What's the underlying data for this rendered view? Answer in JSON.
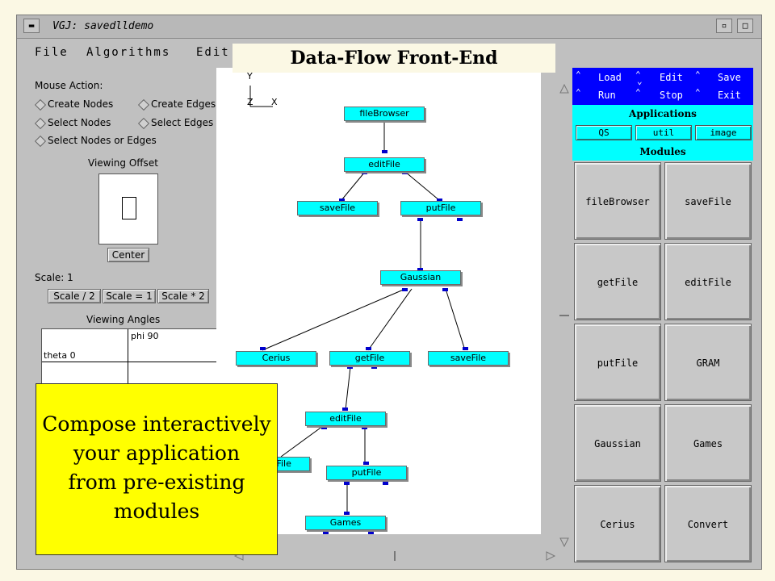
{
  "window": {
    "title": "VGJ:  savedlldemo"
  },
  "menu": {
    "file": "File",
    "algorithms": "Algorithms",
    "edit": "Edit"
  },
  "banner": "Data-Flow Front-End",
  "left_panel": {
    "mouse_action_label": "Mouse Action:",
    "radios": {
      "create_nodes": "Create Nodes",
      "create_edges": "Create Edges",
      "select_nodes": "Select Nodes",
      "select_edges": "Select Edges",
      "select_nodes_or_edges": "Select Nodes or Edges"
    },
    "viewing_offset_label": "Viewing Offset",
    "center_button": "Center",
    "scale_label": "Scale: 1",
    "scale_buttons": {
      "half": "Scale / 2",
      "one": "Scale = 1",
      "double": "Scale * 2"
    },
    "viewing_angles_label": "Viewing Angles",
    "phi_label": "phi 90",
    "theta_label": "theta 0"
  },
  "axes": {
    "y": "Y",
    "z": "Z",
    "x": "X"
  },
  "graph_nodes": {
    "file_browser": "fileBrowser",
    "edit_file_1": "editFile",
    "save_file_1": "saveFile",
    "put_file_1": "putFile",
    "gaussian": "Gaussian",
    "cerius": "Cerius",
    "get_file": "getFile",
    "save_file_2": "saveFile",
    "edit_file_2": "editFile",
    "save_file_3": "veFile",
    "put_file_2": "putFile",
    "games": "Games"
  },
  "controls": {
    "load": "Load",
    "edit": "Edit",
    "save": "Save",
    "run": "Run",
    "stop": "Stop",
    "exit": "Exit"
  },
  "applications": {
    "header": "Applications",
    "qs": "QS",
    "util": "util",
    "image": "image"
  },
  "modules": {
    "header": "Modules",
    "items": [
      "fileBrowser",
      "saveFile",
      "getFile",
      "editFile",
      "putFile",
      "GRAM",
      "Gaussian",
      "Games",
      "Cerius",
      "Convert"
    ]
  },
  "callout": {
    "line1": "Compose interactively",
    "line2": "your application",
    "line3": "from pre-existing",
    "line4": "modules"
  }
}
